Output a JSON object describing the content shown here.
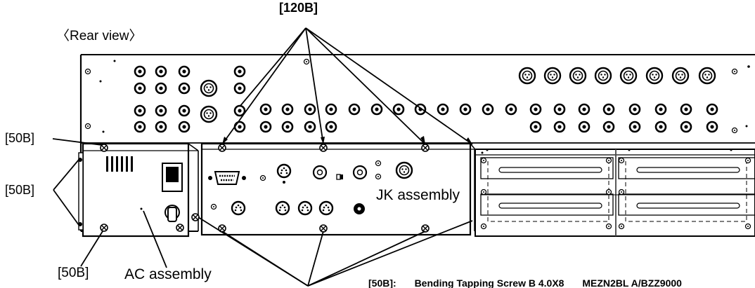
{
  "view_label": "〈Rear view〉",
  "callouts": {
    "top_120b": "[120B]",
    "left_50b_upper": "[50B]",
    "left_50b_middle": "[50B]",
    "left_50b_lower": "[50B]"
  },
  "assemblies": {
    "ac": "AC assembly",
    "jk": "JK assembly"
  },
  "legend": {
    "key": "[50B]:",
    "description": "Bending Tapping Screw B 4.0X8",
    "part_number": "MEZN2BL A/BZZ9000"
  }
}
